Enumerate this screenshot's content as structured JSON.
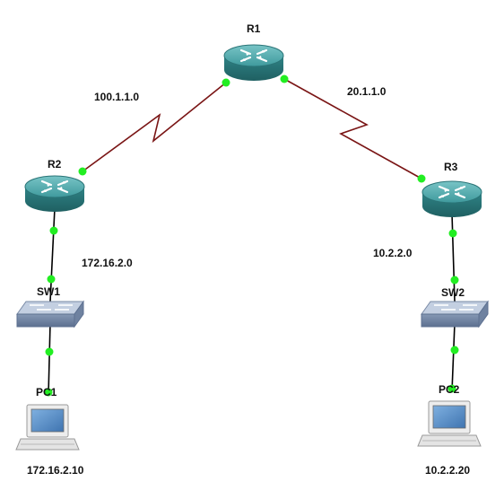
{
  "devices": {
    "r1": {
      "label": "R1",
      "type": "router"
    },
    "r2": {
      "label": "R2",
      "type": "router"
    },
    "r3": {
      "label": "R3",
      "type": "router"
    },
    "sw1": {
      "label": "SW1",
      "type": "switch"
    },
    "sw2": {
      "label": "SW2",
      "type": "switch"
    },
    "pc1": {
      "label": "PC1",
      "type": "pc",
      "ip": "172.16.2.10"
    },
    "pc2": {
      "label": "PC2",
      "type": "pc",
      "ip": "10.2.2.20"
    }
  },
  "networks": {
    "r1_r2": "100.1.1.0",
    "r1_r3": "20.1.1.0",
    "lan_left": "172.16.2.0",
    "lan_right": "10.2.2.0"
  },
  "links": [
    {
      "from": "r2",
      "to": "r1",
      "kind": "serial"
    },
    {
      "from": "r1",
      "to": "r3",
      "kind": "serial"
    },
    {
      "from": "r2",
      "to": "sw1",
      "kind": "ethernet"
    },
    {
      "from": "sw1",
      "to": "pc1",
      "kind": "ethernet"
    },
    {
      "from": "r3",
      "to": "sw2",
      "kind": "ethernet"
    },
    {
      "from": "sw2",
      "to": "pc2",
      "kind": "ethernet"
    }
  ],
  "colors": {
    "serial_link": "#7a1515",
    "ethernet_link": "#000000",
    "port_dot": "#22ee22",
    "router_body": "#2e8a8d",
    "router_top": "#5fb3b5",
    "switch_body": "#8fa2bd",
    "switch_top": "#c0cde0",
    "pc_case": "#e6e6e6",
    "pc_screen": "#5b8fc9"
  }
}
